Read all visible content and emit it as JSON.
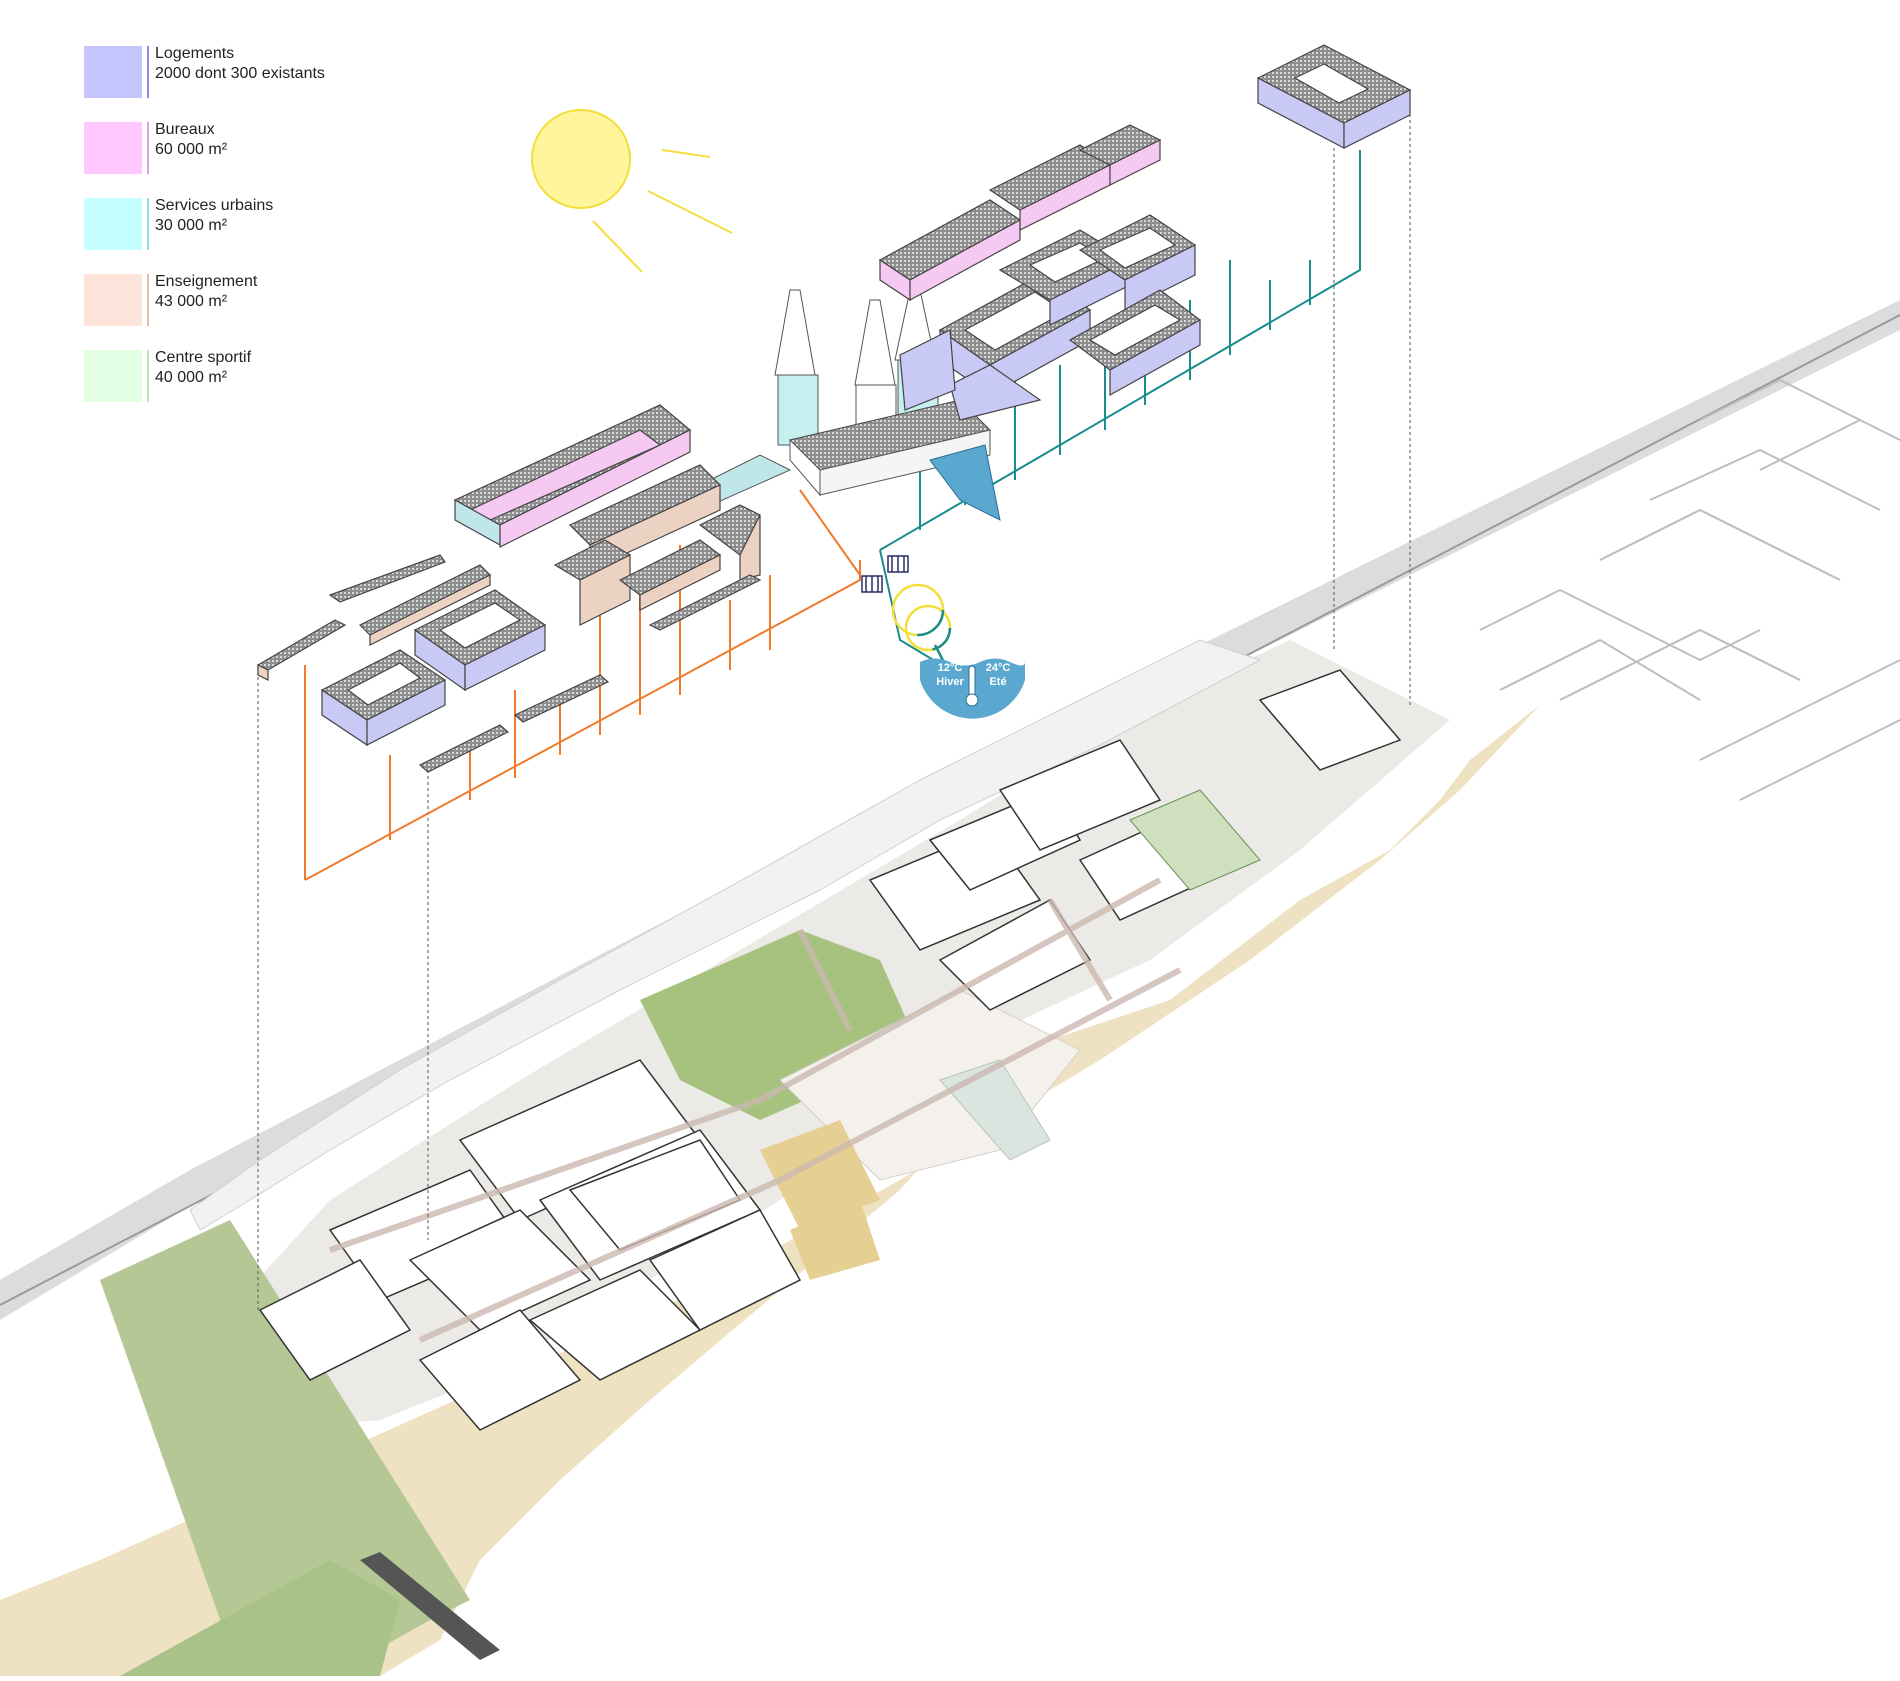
{
  "legend": {
    "items": [
      {
        "label": "Logements",
        "value": "2000 dont 300 existants",
        "color": "#c6c6ff",
        "rule": "#8b8be0"
      },
      {
        "label": "Bureaux",
        "value": "60 000 m²",
        "color": "#ffc8ff",
        "rule": "#e39be3"
      },
      {
        "label": "Services urbains",
        "value": "30 000 m²",
        "color": "#c6ffff",
        "rule": "#8fe0e0"
      },
      {
        "label": "Enseignement",
        "value": "43 000 m²",
        "color": "#fde4da",
        "rule": "#e8bfae"
      },
      {
        "label": "Centre sportif",
        "value": "40 000 m²",
        "color": "#e3ffe3",
        "rule": "#b7e6b7"
      }
    ]
  },
  "energy": {
    "winter_temp": "12°C",
    "winter_label": "Hiver",
    "summer_temp": "24°C",
    "summer_label": "Eté"
  },
  "colors": {
    "housing": "#c9c9f5",
    "offices": "#f6c9f3",
    "services": "#bfe7ea",
    "education": "#ecd2c3",
    "network_orange": "#f07a2a",
    "network_teal": "#1b8c8c",
    "sun": "#f7e86a",
    "water": "#5aa8d0",
    "beach": "#efe3c3",
    "park": "#9cbf74",
    "sea": "#ffffff"
  }
}
